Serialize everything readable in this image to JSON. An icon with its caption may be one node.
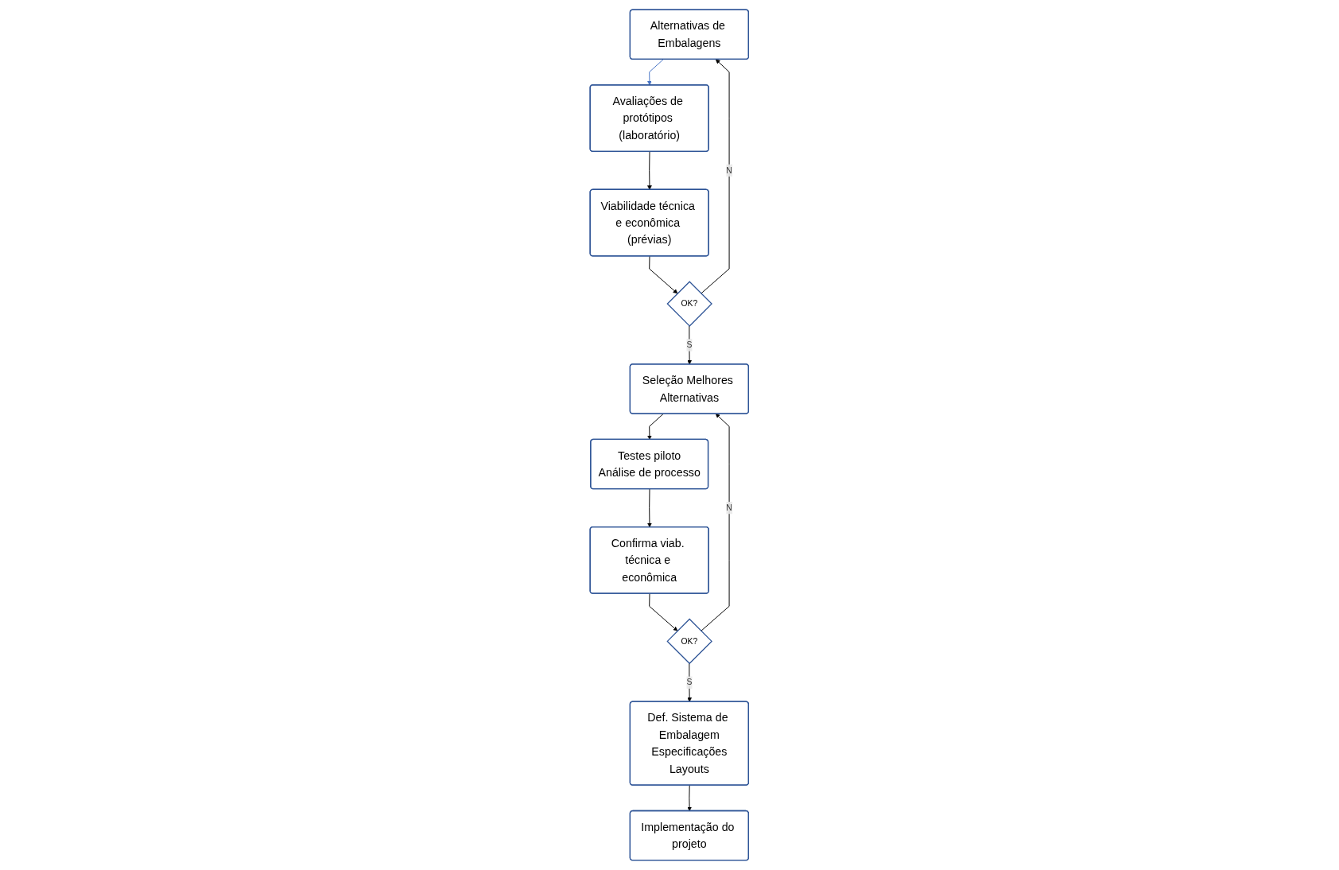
{
  "diagram": {
    "nodes": [
      {
        "text": [
          "Alternativas de Embalagens"
        ]
      },
      {
        "text": [
          "Avaliações de protótipos (laboratório)"
        ]
      },
      {
        "text": [
          "Viabilidade técnica e econômica (prévias)"
        ]
      },
      {
        "text": [
          "OK?"
        ]
      },
      {
        "text": [
          "Seleção Melhores Alternativas"
        ]
      },
      {
        "text": [
          "Testes piloto",
          "Análise de processo"
        ]
      },
      {
        "text": [
          "Confirma viab. técnica e econômica"
        ]
      },
      {
        "text": [
          "OK?"
        ]
      },
      {
        "text": [
          "Def. Sistema de Embalagem",
          "Especificações",
          "Layouts"
        ]
      },
      {
        "text": [
          "Implementação do projeto"
        ]
      }
    ],
    "edges": [
      {
        "from": 0,
        "to": 1,
        "arrow": "to",
        "color": "#4472c4"
      },
      {
        "from": 1,
        "to": 2,
        "arrow": "to"
      },
      {
        "from": 2,
        "to": 3,
        "arrow": "to"
      },
      {
        "from": 3,
        "to": 0,
        "arrow": "to",
        "label": "N"
      },
      {
        "from": 3,
        "to": 4,
        "arrow": "to",
        "label": "S"
      },
      {
        "from": 4,
        "to": 5,
        "arrow": "to"
      },
      {
        "from": 5,
        "to": 6,
        "arrow": "to"
      },
      {
        "from": 6,
        "to": 7,
        "arrow": "to"
      },
      {
        "from": 7,
        "to": 8,
        "arrow": "to",
        "label": "S"
      },
      {
        "from": 7,
        "to": 4,
        "arrow": "to",
        "label": "N"
      },
      {
        "from": 8,
        "to": 9,
        "arrow": "to"
      }
    ]
  }
}
